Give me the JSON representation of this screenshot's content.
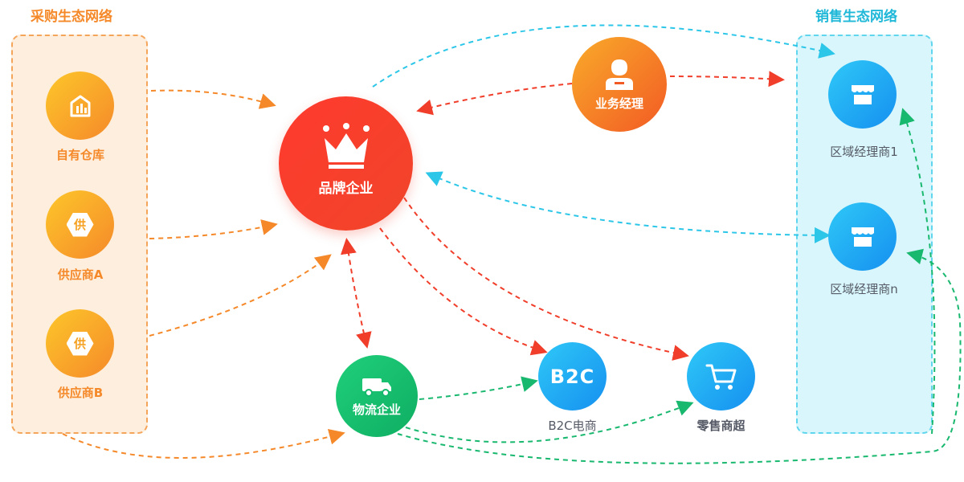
{
  "procurement": {
    "title": "采购生态网络"
  },
  "sales": {
    "title": "销售生态网络"
  },
  "nodes": {
    "warehouse": "自有仓库",
    "supplierA": "供应商A",
    "supplierB": "供应商B",
    "supplier_badge": "供",
    "brand": "品牌企业",
    "manager": "业务经理",
    "logistics": "物流企业",
    "b2c": "B2C电商",
    "b2c_icon_text": "B2C",
    "retail": "零售商超",
    "region1": "区域经理商1",
    "regionN": "区域经理商n"
  },
  "colors": {
    "orange": "#f5892a",
    "red": "#f03e2a",
    "cyan": "#2cc6e8",
    "green": "#19b86f",
    "panel_left_bg": "#fdeedd",
    "panel_right_bg": "#d8f6fb"
  },
  "icons": [
    "warehouse-icon",
    "supplier-hex-icon",
    "crown-icon",
    "person-icon",
    "truck-icon",
    "b2c-icon",
    "cart-icon",
    "store-icon"
  ]
}
